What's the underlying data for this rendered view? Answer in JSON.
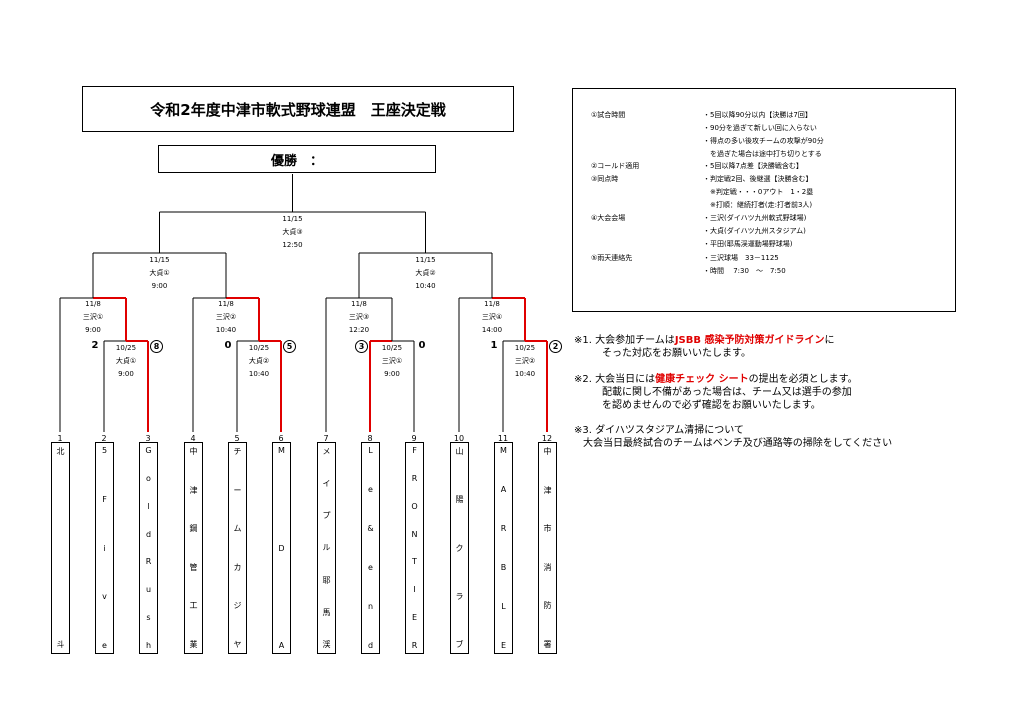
{
  "title": "令和2年度中津市軟式野球連盟　王座決定戦",
  "winner_label": "優勝　：",
  "rules": [
    {
      "label": "①試合時間",
      "lines": [
        "・5回以降90分以内【決勝は7回】",
        "・90分を過ぎて新しい回に入らない",
        "・得点の多い後攻チームの攻撃が90分",
        "　を過ぎた場合は途中打ち切りとする"
      ]
    },
    {
      "label": "②コールド適用",
      "lines": [
        "・5回以降7点差【決勝戦含む】"
      ]
    },
    {
      "label": "③同点時",
      "lines": [
        "・判定戦2回、後継選【決勝含む】",
        "　※判定戦・・・0アウト　1・2塁",
        "　※打順：継続打者(走:打者前3人)"
      ]
    },
    {
      "label": "④大会会場",
      "lines": [
        "・三沢(ダイハツ九州軟式野球場)",
        "・大貞(ダイハツ九州スタジアム)",
        "・平田(耶馬渓運動場野球場)"
      ]
    },
    {
      "label": "⑤雨天連絡先",
      "lines": [
        "・三沢球場　33－1125",
        "・時間　 7:30　～　7:50"
      ]
    }
  ],
  "final": {
    "date": "11/15",
    "venue": "大貞③",
    "time": "12:50"
  },
  "semis": [
    {
      "date": "11/15",
      "venue": "大貞①",
      "time": "9:00"
    },
    {
      "date": "11/15",
      "venue": "大貞②",
      "time": "10:40"
    }
  ],
  "quarters": [
    {
      "date": "11/8",
      "venue": "三沢①",
      "time": "9:00"
    },
    {
      "date": "11/8",
      "venue": "三沢②",
      "time": "10:40"
    },
    {
      "date": "11/8",
      "venue": "三沢③",
      "time": "12:20"
    },
    {
      "date": "11/8",
      "venue": "三沢④",
      "time": "14:00"
    }
  ],
  "firsts": [
    {
      "date": "10/25",
      "venue": "大貞①",
      "time": "9:00",
      "score_left": "2",
      "score_right": "8",
      "circled": "right"
    },
    {
      "date": "10/25",
      "venue": "大貞②",
      "time": "10:40",
      "score_left": "0",
      "score_right": "5",
      "circled": "right"
    },
    {
      "date": "10/25",
      "venue": "三沢①",
      "time": "9:00",
      "score_left": "3",
      "score_right": "0",
      "circled": "left"
    },
    {
      "date": "10/25",
      "venue": "三沢②",
      "time": "10:40",
      "score_left": "1",
      "score_right": "2",
      "circled": "right"
    }
  ],
  "teams": [
    {
      "no": "1",
      "chars": [
        "北",
        "斗"
      ]
    },
    {
      "no": "2",
      "chars": [
        "5",
        "F",
        "i",
        "v",
        "e"
      ]
    },
    {
      "no": "3",
      "chars": [
        "G",
        "o",
        "l",
        "d",
        "R",
        "u",
        "s",
        "h"
      ]
    },
    {
      "no": "4",
      "chars": [
        "中",
        "津",
        "鋼",
        "管",
        "工",
        "業"
      ]
    },
    {
      "no": "5",
      "chars": [
        "チ",
        "ー",
        "ム",
        "カ",
        "ジ",
        "ヤ"
      ]
    },
    {
      "no": "6",
      "chars": [
        "M",
        "D",
        "A"
      ]
    },
    {
      "no": "7",
      "chars": [
        "メ",
        "イ",
        "プ",
        "ル",
        "耶",
        "馬",
        "渓"
      ]
    },
    {
      "no": "8",
      "chars": [
        "L",
        "e",
        "&",
        "e",
        "n",
        "d"
      ]
    },
    {
      "no": "9",
      "chars": [
        "F",
        "R",
        "O",
        "N",
        "T",
        "I",
        "E",
        "R"
      ]
    },
    {
      "no": "10",
      "chars": [
        "山",
        "陽",
        "ク",
        "ラ",
        "ブ"
      ]
    },
    {
      "no": "11",
      "chars": [
        "M",
        "A",
        "R",
        "B",
        "L",
        "E"
      ]
    },
    {
      "no": "12",
      "chars": [
        "中",
        "津",
        "市",
        "消",
        "防",
        "署"
      ]
    }
  ],
  "notes": {
    "n1_pre": "※1. 大会参加チームは",
    "n1_red": "JSBB 感染予防対策ガイドライン",
    "n1_post": "に",
    "n1_line2": "そった対応をお願いいたします。",
    "n2_pre": "※2. 大会当日には",
    "n2_red": "健康チェック シート",
    "n2_post": "の提出を必須とします。",
    "n2_line2": "配載に関し不備があった場合は、チーム又は選手の参加",
    "n2_line3": "を認めませんので必ず確認をお願いいたします。",
    "n3_line1": "※3. ダイハツスタジアム清掃について",
    "n3_line2": "大会当日最終試合のチームはベンチ及び通路等の掃除をしてください"
  },
  "colors": {
    "winner_line": "#e00000",
    "line": "#000000"
  }
}
